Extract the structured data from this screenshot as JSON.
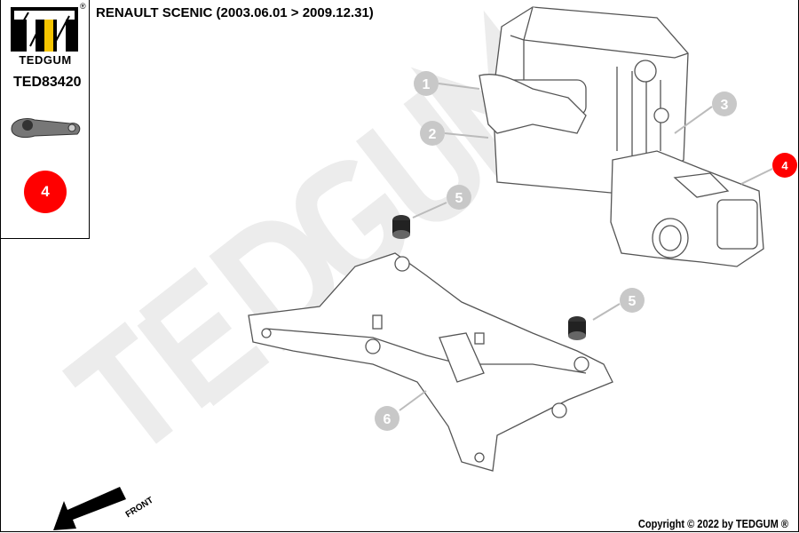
{
  "header": {
    "title": "RENAULT SCENIC  (2003.06.01 > 2009.12.31)"
  },
  "sidebar": {
    "brand": "TEDGUM",
    "registered": "®",
    "part_number": "TED83420",
    "reference_number": "4"
  },
  "diagram": {
    "watermark": "TEDGUM",
    "callouts": [
      "1",
      "2",
      "3",
      "4",
      "5",
      "5",
      "6"
    ],
    "highlight_color": "#ff0000",
    "callout_color": "#c8c8c8",
    "front_label": "FRONT"
  },
  "footer": {
    "copyright": "Copyright © 2022 by TEDGUM ®"
  }
}
